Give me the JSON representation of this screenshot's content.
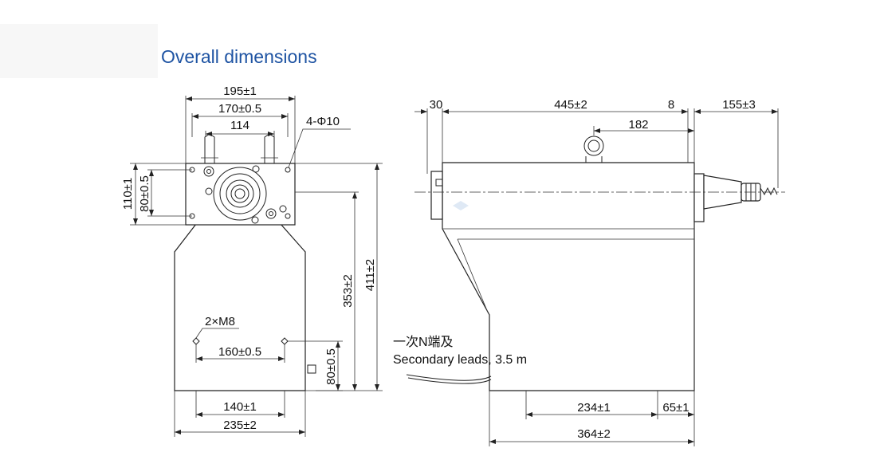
{
  "title": "Overall dimensions",
  "front_view": {
    "dims": {
      "width_total": "195±1",
      "width_mount": "170±0.5",
      "width_inner": "114",
      "holes": "4-Φ10",
      "height_plate": "110±1",
      "height_plate_inner": "80±0.5",
      "height_353": "353±2",
      "height_411": "411±2",
      "threads": "2×M8",
      "thread_spacing": "160±0.5",
      "thread_height": "80±0.5",
      "base_inner": "140±1",
      "base_width": "235±2"
    }
  },
  "side_view": {
    "dims": {
      "left_offset": "30",
      "length_main": "445±2",
      "right_gap": "8",
      "connector": "155±3",
      "eye_offset": "182",
      "base_234": "234±1",
      "base_65": "65±1",
      "base_364": "364±2"
    },
    "note_cn": "一次N端及",
    "note_en": "Secondary leads, 3.5 m"
  }
}
